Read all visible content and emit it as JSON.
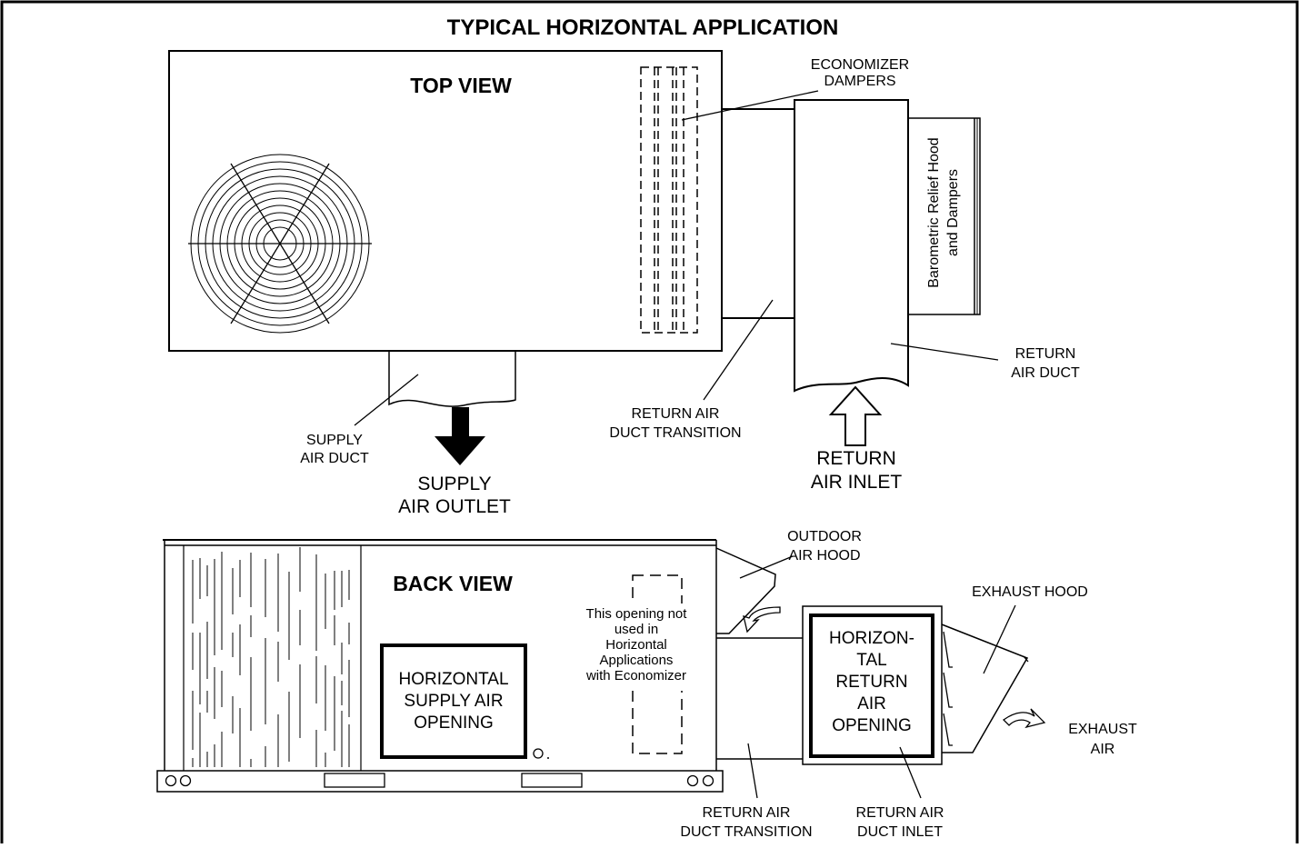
{
  "title": "TYPICAL HORIZONTAL APPLICATION",
  "top_view": {
    "heading": "TOP VIEW",
    "economizer_dampers": [
      "ECONOMIZER",
      "DAMPERS"
    ],
    "barometric_relief": [
      "Barometric Relief Hood",
      "and Dampers"
    ],
    "return_air_duct": [
      "RETURN",
      "AIR DUCT"
    ],
    "supply_air_duct": [
      "SUPPLY",
      "AIR DUCT"
    ],
    "supply_air_outlet": [
      "SUPPLY",
      "AIR OUTLET"
    ],
    "return_air_duct_transition": [
      "RETURN AIR",
      "DUCT TRANSITION"
    ],
    "return_air_inlet": [
      "RETURN",
      "AIR INLET"
    ]
  },
  "back_view": {
    "heading": "BACK VIEW",
    "outdoor_air_hood": [
      "OUTDOOR",
      "AIR HOOD"
    ],
    "exhaust_hood": "EXHAUST HOOD",
    "opening_note": [
      "This opening not",
      "used in",
      "Horizontal",
      "Applications",
      "with Economizer"
    ],
    "supply_opening": [
      "HORIZONTAL",
      "SUPPLY AIR",
      "OPENING"
    ],
    "return_opening": [
      "HORIZON-",
      "TAL",
      "RETURN",
      "AIR",
      "OPENING"
    ],
    "exhaust_air": [
      "EXHAUST",
      "AIR"
    ],
    "return_air_duct_transition": [
      "RETURN AIR",
      "DUCT TRANSITION"
    ],
    "return_air_duct_inlet": [
      "RETURN AIR",
      "DUCT INLET"
    ]
  }
}
